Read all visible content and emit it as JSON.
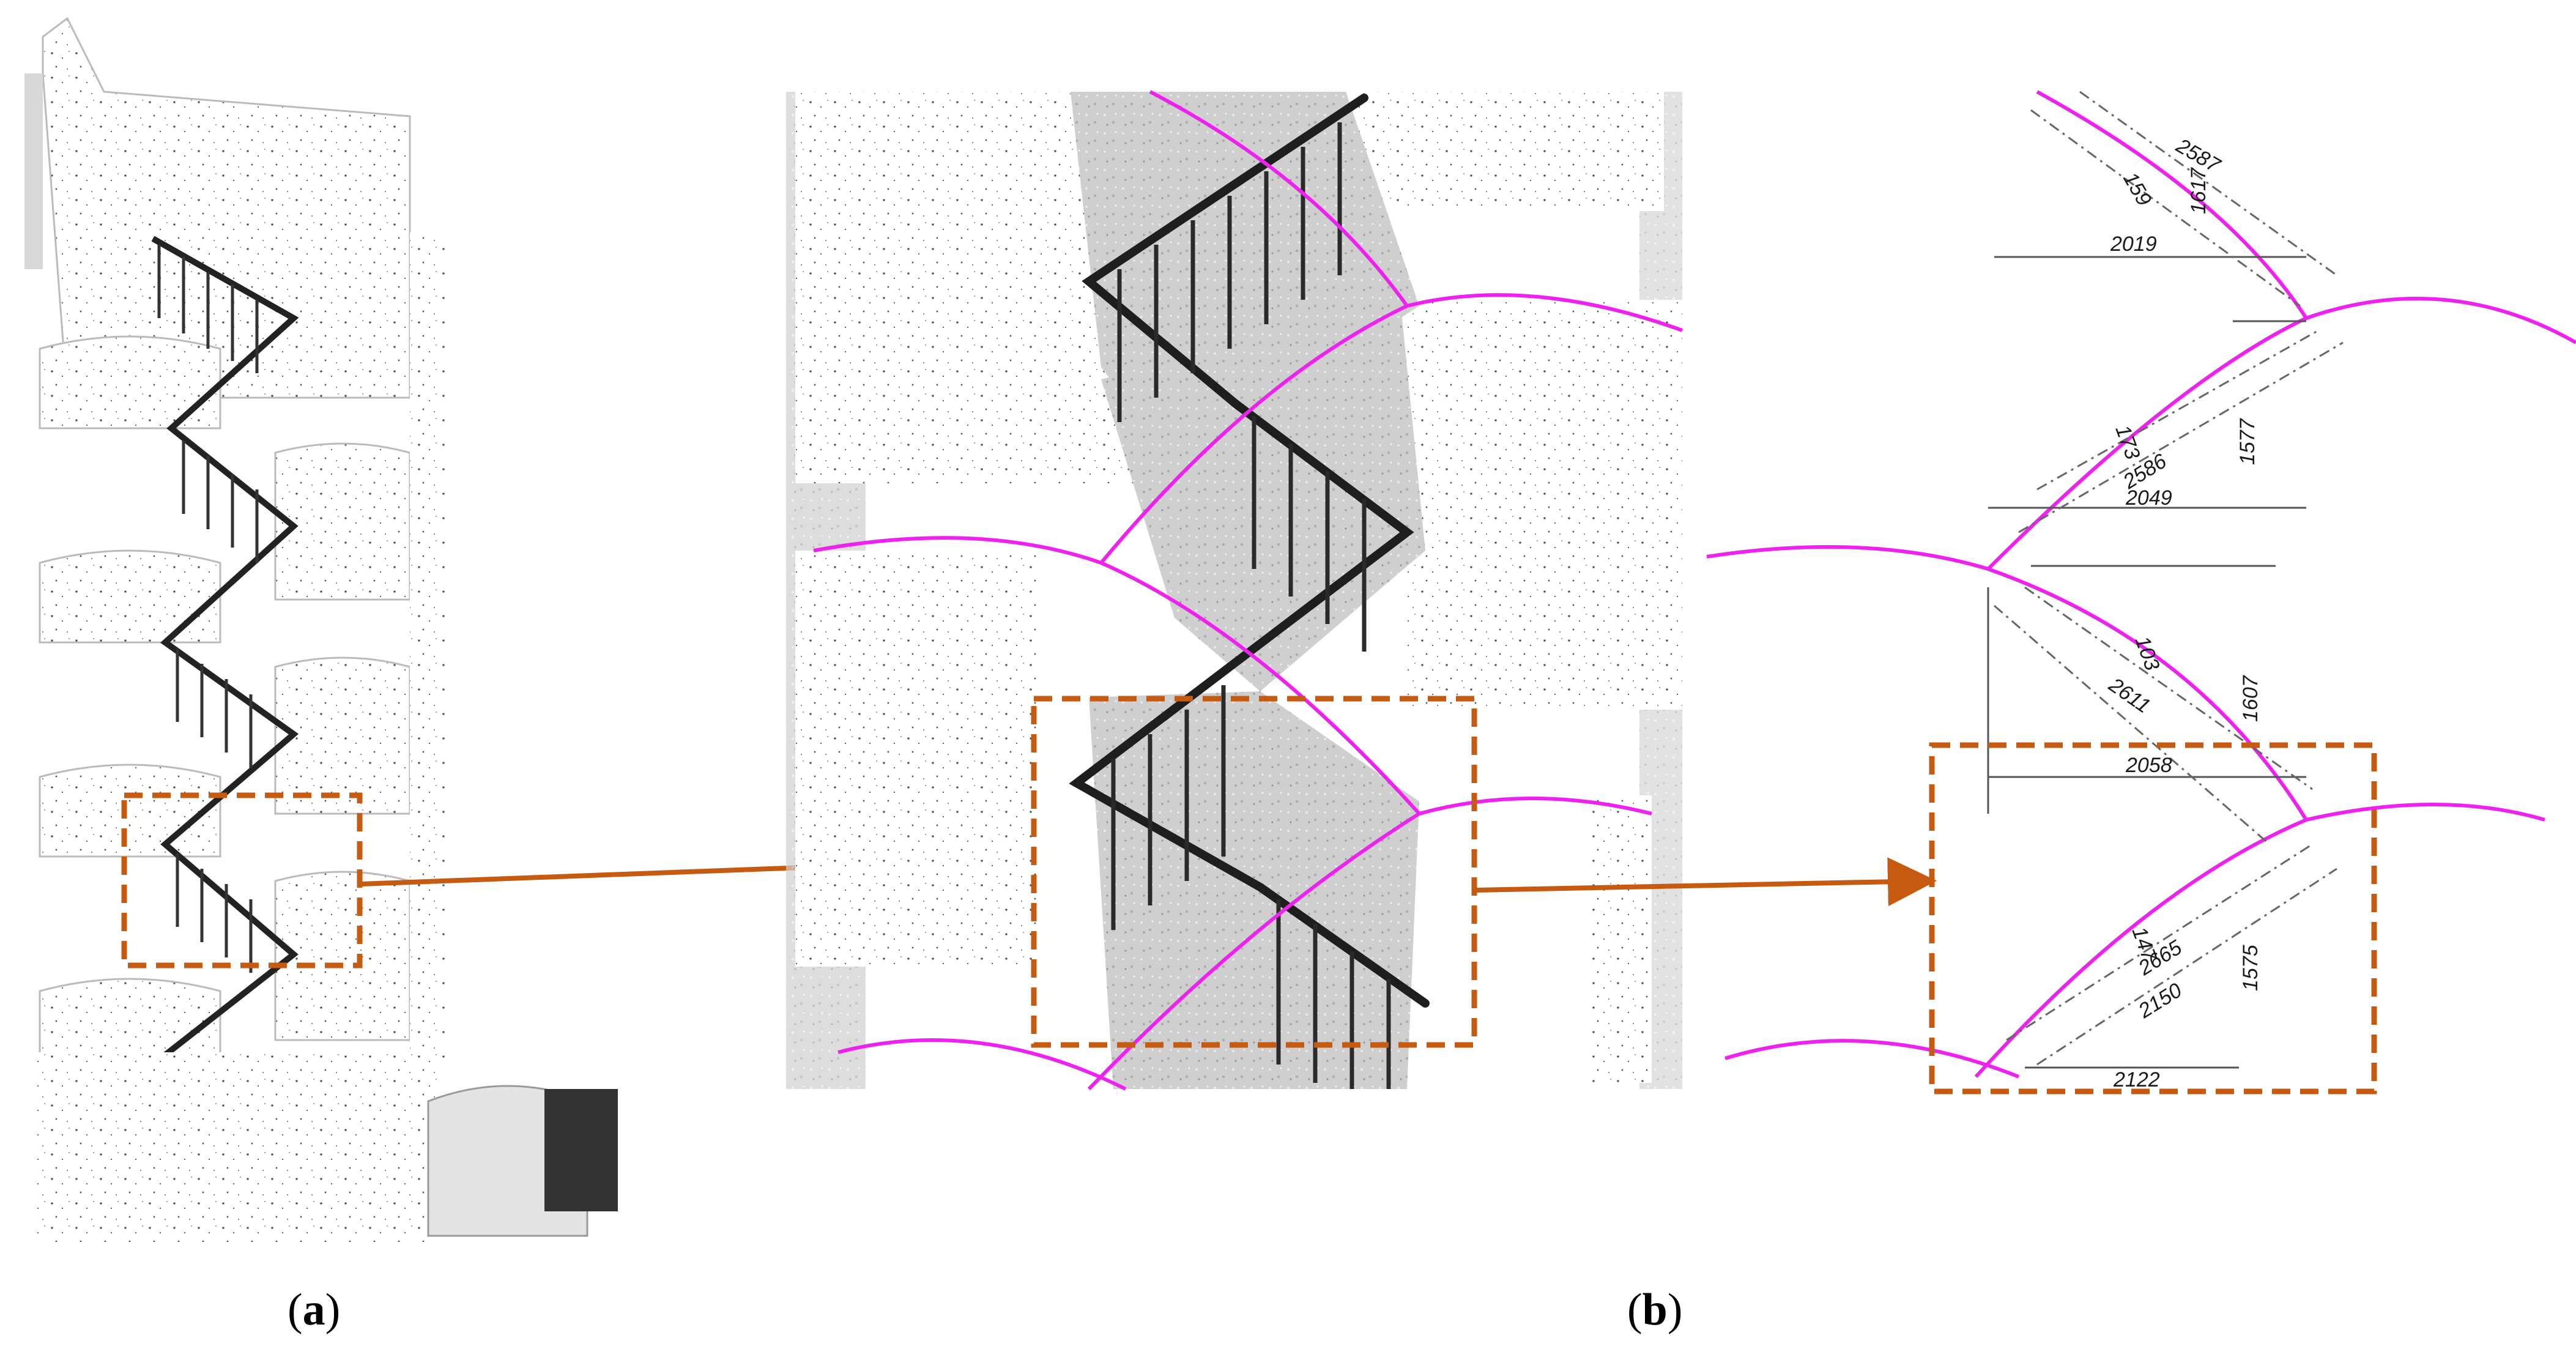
{
  "captions": {
    "a": {
      "open": "(",
      "letter": "a",
      "close": ")"
    },
    "b": {
      "open": "(",
      "letter": "b",
      "close": ")"
    }
  },
  "dimensions": {
    "flight_1": {
      "d1": "2587",
      "d2": "159",
      "d3": "1617",
      "d4": "2019"
    },
    "flight_2": {
      "d1": "173",
      "d2": "2586",
      "d3": "1577",
      "d4": "2049"
    },
    "flight_3": {
      "d1": "103",
      "d2": "2611",
      "d3": "1607",
      "d4": "2058"
    },
    "flight_4": {
      "d1": "147",
      "d2": "2665",
      "d3": "2150",
      "d4": "1575",
      "d5": "2122"
    }
  },
  "colors": {
    "arch": "#ee22ee",
    "highlight": "#c55a11",
    "point_cloud": "#333333",
    "dimension_line": "#555555"
  }
}
